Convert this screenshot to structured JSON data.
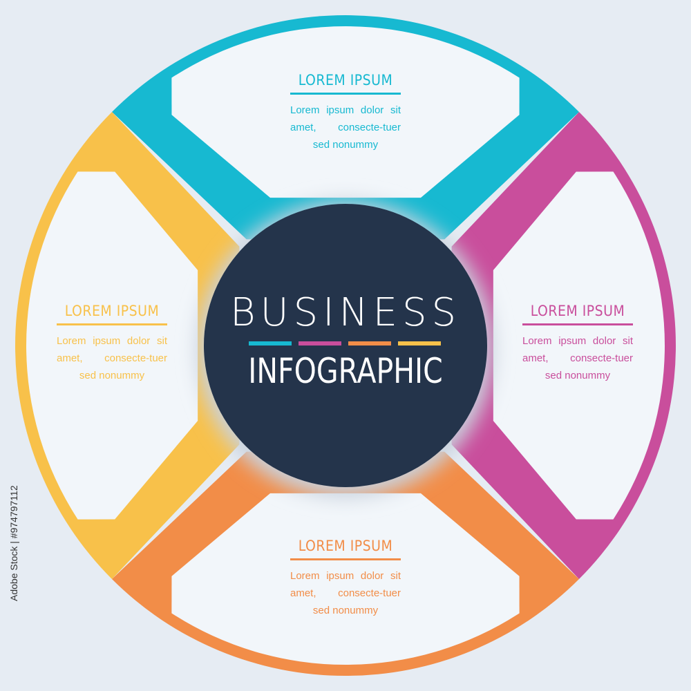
{
  "diagram": {
    "center": {
      "line1": "BUSINESS",
      "line2": "INFOGRAPHIC",
      "bar_colors": [
        "#17b9d1",
        "#c94e9c",
        "#f28d48",
        "#f8c14a"
      ],
      "fill": "#24344b"
    },
    "segments": [
      {
        "id": "top",
        "color": "#17b9d1",
        "title": "LOREM IPSUM",
        "body": "Lorem ipsum dolor sit amet, consecte-tuer sed nonummy"
      },
      {
        "id": "right",
        "color": "#c94e9c",
        "title": "LOREM IPSUM",
        "body": "Lorem ipsum dolor sit amet, consecte-tuer sed nonummy"
      },
      {
        "id": "bottom",
        "color": "#f28d48",
        "title": "LOREM IPSUM",
        "body": "Lorem ipsum dolor sit amet, consecte-tuer sed nonummy"
      },
      {
        "id": "left",
        "color": "#f8c14a",
        "title": "LOREM IPSUM",
        "body": "Lorem ipsum dolor sit amet, consecte-tuer sed nonummy"
      }
    ],
    "panel_fill": "#f2f6fa",
    "background": "#e6ecf3"
  },
  "stock_id": "Adobe Stock | #974797112"
}
